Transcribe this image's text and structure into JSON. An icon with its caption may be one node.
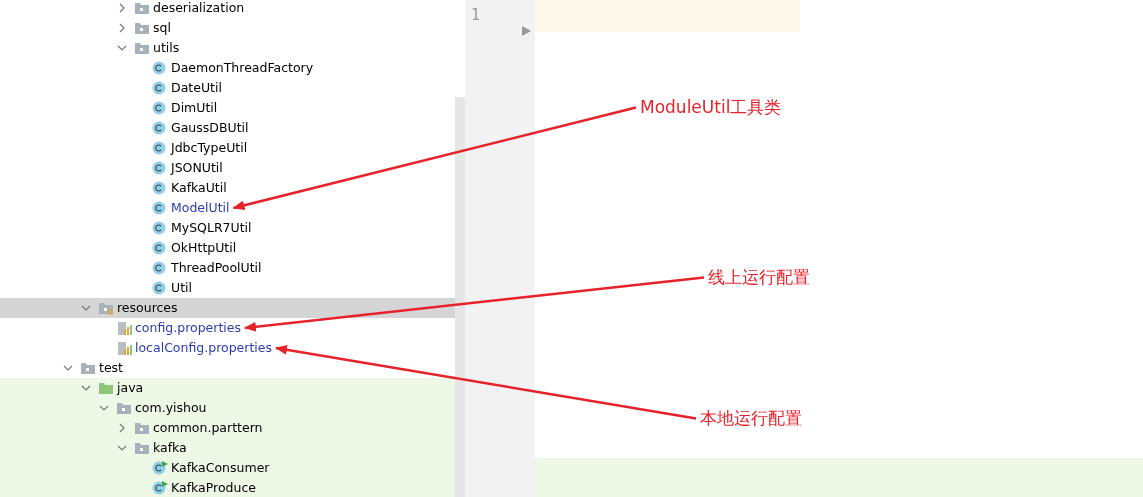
{
  "diagram": {
    "nodes": [
      {
        "text": [
          "deserialization"
        ]
      },
      {
        "text": [
          "sql"
        ]
      },
      {
        "text": [
          "utils"
        ]
      },
      {
        "text": [
          "DaemonThreadFactory"
        ]
      },
      {
        "text": [
          "DateUtil"
        ]
      },
      {
        "text": [
          "DimUtil"
        ]
      },
      {
        "text": [
          "GaussDBUtil"
        ]
      },
      {
        "text": [
          "JdbcTypeUtil"
        ]
      },
      {
        "text": [
          "JSONUtil"
        ]
      },
      {
        "text": [
          "KafkaUtil"
        ]
      },
      {
        "text": [
          "ModelUtil"
        ]
      },
      {
        "text": [
          "MySQLR7Util"
        ]
      },
      {
        "text": [
          "OkHttpUtil"
        ]
      },
      {
        "text": [
          "ThreadPoolUtil"
        ]
      },
      {
        "text": [
          "Util"
        ]
      },
      {
        "text": [
          "resources"
        ]
      },
      {
        "text": [
          "config.properties"
        ]
      },
      {
        "text": [
          "localConfig.properties"
        ]
      },
      {
        "text": [
          "test"
        ]
      },
      {
        "text": [
          "java"
        ]
      },
      {
        "text": [
          "com.yishou"
        ]
      },
      {
        "text": [
          "common.parttern"
        ]
      },
      {
        "text": [
          "kafka"
        ]
      },
      {
        "text": [
          "KafkaConsumer"
        ]
      },
      {
        "text": [
          "KafkaProduce"
        ]
      },
      {
        "text": [
          "ModuleUtil工具类"
        ]
      },
      {
        "text": [
          "线上运行配置"
        ]
      },
      {
        "text": [
          "本地运行配置"
        ]
      }
    ],
    "edges": [
      {
        "from": 25,
        "to": 10,
        "arrow": "to"
      },
      {
        "from": 26,
        "to": 16,
        "arrow": "to"
      },
      {
        "from": 27,
        "to": 17,
        "arrow": "to"
      }
    ],
    "labels": [
      "1"
    ]
  }
}
